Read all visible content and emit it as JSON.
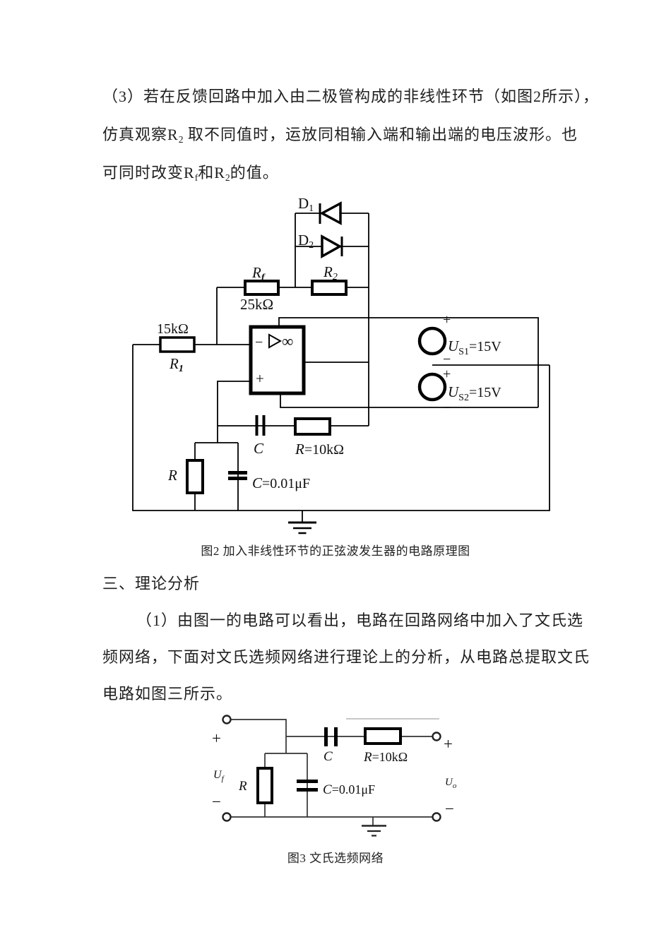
{
  "document": {
    "p1": {
      "l1": "（3）若在反馈回路中加入由二极管构成的非线性环节（如图2所示），",
      "l2": [
        "仿真观察R",
        "2",
        " 取不同值时，运放同相输入端和输出端的电压波形。也",
        "",
        ""
      ],
      "l3": [
        "可同时改变R",
        "f",
        "和R",
        "2",
        "的值。"
      ]
    },
    "heading": "三、理论分析",
    "p2": {
      "l1": "（1）由图一的电路可以看出，电路在回路网络中加入了文氏选",
      "l2": "频网络，下面对文氏选频网络进行理论上的分析，从电路总提取文氏",
      "l3": "电路如图三所示。"
    }
  },
  "fig2": {
    "caption": "图2 加入非线性环节的正弦波发生器的电路原理图",
    "d1": {
      "name": "D",
      "sub": "1"
    },
    "d2": {
      "name": "D",
      "sub": "2"
    },
    "rf": {
      "name": "R",
      "sub": "f",
      "value": "25kΩ"
    },
    "r2": {
      "name": "R",
      "sub": "2"
    },
    "r1": {
      "value": "15kΩ",
      "name": "R",
      "sub": "1"
    },
    "opamp": {
      "minus": "−",
      "plus": "+",
      "gain": "∞"
    },
    "us1": {
      "plus": "+",
      "name": "U",
      "sub": "S1",
      "value": "=15V",
      "minus": "−"
    },
    "us2": {
      "plus": "+",
      "name": "U",
      "sub": "S2",
      "value": "=15V",
      "minus": "−"
    },
    "series": {
      "c": "C",
      "r_name": "R",
      "r_value": "=10kΩ"
    },
    "parallel": {
      "r": "R",
      "c_name": "C",
      "c_value": "=0.01μF"
    }
  },
  "fig3": {
    "caption": "图3 文氏选频网络",
    "left": {
      "plus": "+",
      "u": "U",
      "u_sub": "f",
      "minus": "−"
    },
    "right": {
      "plus": "+",
      "u": "U",
      "u_sub": "o",
      "minus": "−"
    },
    "series": {
      "c": "C",
      "r_name": "R",
      "r_value": "=10kΩ"
    },
    "parallel": {
      "r": "R",
      "c_name": "C",
      "c_value": "=0.01μF"
    }
  }
}
